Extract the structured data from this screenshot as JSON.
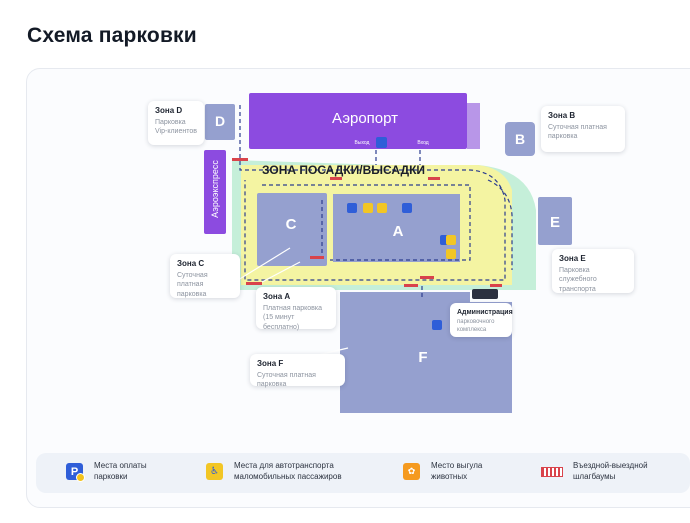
{
  "page": {
    "title": "Схема парковки"
  },
  "map": {
    "airport_label": "Аэропорт",
    "aeroexpress_label": "Аэроэкспресс",
    "exit_label": "Выход",
    "entry_label": "Вход",
    "dropoff_zone_label": "ЗОНА ПОСАДКИ/ВЫСАДКИ",
    "zone_letters": {
      "a": "A",
      "b": "B",
      "c": "C",
      "d": "D",
      "e": "E",
      "f": "F"
    },
    "parking_symbol": "P",
    "colors": {
      "airport": "#8c4be0",
      "zones": "#95a0cf",
      "dropoff": "#f4f4a2",
      "roads": "#c5efd9",
      "route": "#2c3d8f",
      "barrier": "#d9434b",
      "parking_icon": "#2f5ed8",
      "accessible_icon": "#f2c625"
    }
  },
  "callouts": [
    {
      "id": "zone-d",
      "title": "Зона D",
      "lines": [
        "Парковка",
        "Vip-клиентов"
      ]
    },
    {
      "id": "zone-b",
      "title": "Зона B",
      "lines": [
        "Суточная платная",
        "парковка"
      ]
    },
    {
      "id": "zone-c",
      "title": "Зона C",
      "lines": [
        "Суточная платная",
        "парковка"
      ]
    },
    {
      "id": "zone-e",
      "title": "Зона E",
      "lines": [
        "Парковка служебного",
        "транспорта"
      ]
    },
    {
      "id": "zone-a",
      "title": "Зона A",
      "lines": [
        "Платная парковка",
        "(15 минут бесплатно)"
      ]
    },
    {
      "id": "zone-f",
      "title": "Зона F",
      "lines": [
        "Суточная платная парковка"
      ]
    },
    {
      "id": "admin",
      "title": "Администрация",
      "lines": [
        "парковочного",
        "комплекса"
      ]
    }
  ],
  "legend": [
    {
      "icon": "parking-icon",
      "lines": [
        "Места оплаты",
        "парковки"
      ]
    },
    {
      "icon": "accessible-icon",
      "lines": [
        "Места для автотранспорта",
        "маломобильных пассажиров"
      ]
    },
    {
      "icon": "pet-icon",
      "lines": [
        "Место выгула",
        "животных"
      ]
    },
    {
      "icon": "barrier-icon",
      "lines": [
        "Въездной-выездной",
        "шлагбаумы"
      ]
    }
  ]
}
